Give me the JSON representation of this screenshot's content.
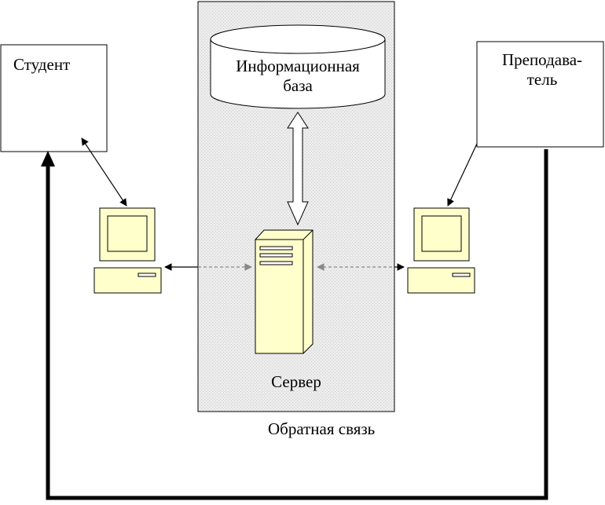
{
  "labels": {
    "student": "Студент",
    "teacher_line1": "Преподава-",
    "teacher_line2": "тель",
    "db_line1": "Информационная",
    "db_line2": "база",
    "server": "Сервер",
    "feedback": "Обратная связь"
  },
  "colors": {
    "server_zone": "#e8e8e8",
    "computer_body": "#ffffcc",
    "database_fill": "#ffffff",
    "line": "#000000",
    "dashed_link": "#888888"
  }
}
